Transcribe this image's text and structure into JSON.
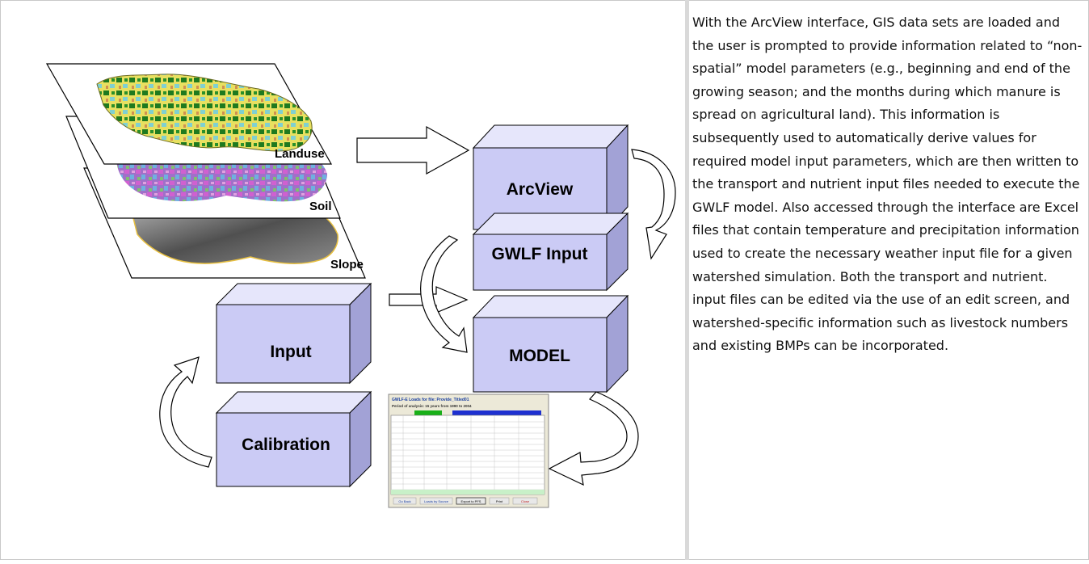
{
  "diagram": {
    "layers": [
      {
        "id": "landuse",
        "label": "Landuse"
      },
      {
        "id": "soil",
        "label": "Soil"
      },
      {
        "id": "slope",
        "label": "Slope"
      }
    ],
    "boxes": {
      "arcview": "ArcView",
      "gwlf_input": "GWLF Input",
      "model": "MODEL",
      "input": "Input",
      "calibration": "Calibration"
    },
    "output_window": {
      "title": "GWLF-E Loads for file: Provide_Titled01",
      "subtitle": "Period of analysis: 15 years from 1990 to 2004",
      "buttons": [
        "Go Back",
        "Loads by Source",
        "Export to PFS",
        "Print",
        "Close"
      ]
    }
  },
  "description": "With the ArcView interface, GIS data sets are loaded and the user is prompted to provide information related to “non-spatial” model parameters (e.g., beginning and end of the growing season; and the months during which manure is spread on agricultural land). This information is subsequently used to automatically derive values for required model input parameters, which are then written to the transport and nutrient input files needed to execute the GWLF model. Also accessed through the interface are Excel files that contain temperature and precipitation information used to create the necessary weather input file for a given watershed simulation. Both the transport and nutrient. input files can be edited via the use of an edit screen, and watershed-specific information such as livestock numbers and existing BMPs can be incorporated.",
  "colors": {
    "box_face": "#cbcbf5",
    "box_top": "#e6e6fb",
    "box_side": "#a2a2d6"
  }
}
